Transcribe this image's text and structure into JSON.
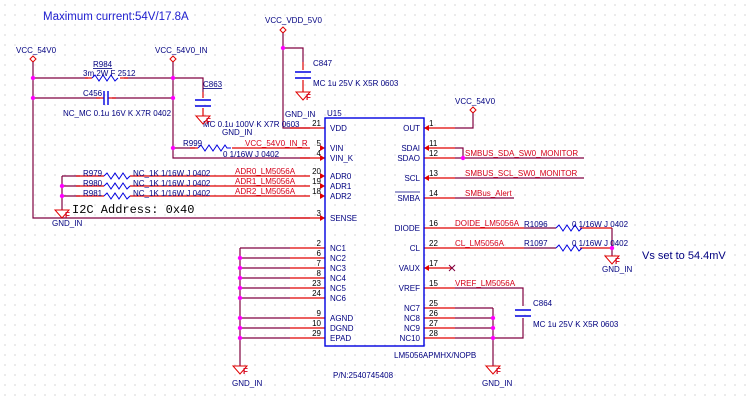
{
  "title": "Maximum current:54V/17.8A",
  "note_vs": "Vs set to 54.4mV",
  "i2c_note": "I2C Address: 0x40",
  "part_number": "P/N:2540745408",
  "colors": {
    "wire": "#800040",
    "pin": "#e00000",
    "body": "#0000e0",
    "junction": "#ff00ff",
    "netlabel": "#d4001a",
    "text": "#1a1a9e"
  },
  "power": {
    "vcc_54v0_left": "VCC_54V0",
    "vcc_54v0_in": "VCC_54V0_IN",
    "vcc_vdd_5v0": "VCC_VDD_5V0",
    "vcc_54v0_right": "VCC_54V0"
  },
  "ground_label": "GND_IN",
  "ground_flag": "F",
  "components": {
    "r984": {
      "ref": "R984",
      "value": "3m 2W F 2512"
    },
    "c456": {
      "ref": "C456",
      "value": "NC_MC 0.1u 16V K X7R 0402"
    },
    "c863": {
      "ref": "C863",
      "value": "MC 0.1u 100V K X7R 0603"
    },
    "c847": {
      "ref": "C847",
      "value": "MC 1u 25V K X5R 0603"
    },
    "r999": {
      "ref": "R999",
      "value": "0 1/16W J 0402"
    },
    "r979": {
      "ref": "R979",
      "value": "NC_1K 1/16W J 0402"
    },
    "r980": {
      "ref": "R980",
      "value": "NC_1K 1/16W J 0402"
    },
    "r981": {
      "ref": "R981",
      "value": "NC_1K 1/16W J 0402"
    },
    "r1096": {
      "ref": "R1096",
      "value": "0 1/16W J 0402"
    },
    "r1097": {
      "ref": "R1097",
      "value": "0 1/16W J 0402"
    },
    "c864": {
      "ref": "C864",
      "value": "MC 1u 25V K X5R 0603"
    }
  },
  "chip": {
    "ref": "U15",
    "part": "LM5056APMHX/NOPB",
    "left_pins": [
      {
        "num": "21",
        "name": "VDD"
      },
      {
        "num": "5",
        "name": "VIN"
      },
      {
        "num": "4",
        "name": "VIN_K"
      },
      {
        "num": "20",
        "name": "ADR0"
      },
      {
        "num": "19",
        "name": "ADR1"
      },
      {
        "num": "18",
        "name": "ADR2"
      },
      {
        "num": "3",
        "name": "SENSE"
      },
      {
        "num": "2",
        "name": "NC1"
      },
      {
        "num": "6",
        "name": "NC2"
      },
      {
        "num": "7",
        "name": "NC3"
      },
      {
        "num": "8",
        "name": "NC4"
      },
      {
        "num": "23",
        "name": "NC5"
      },
      {
        "num": "24",
        "name": "NC6"
      },
      {
        "num": "9",
        "name": "AGND"
      },
      {
        "num": "10",
        "name": "DGND"
      },
      {
        "num": "29",
        "name": "EPAD"
      }
    ],
    "right_pins": [
      {
        "num": "1",
        "name": "OUT"
      },
      {
        "num": "11",
        "name": "SDAI"
      },
      {
        "num": "12",
        "name": "SDAO"
      },
      {
        "num": "13",
        "name": "SCL"
      },
      {
        "num": "14",
        "name": "SMBA"
      },
      {
        "num": "16",
        "name": "DIODE"
      },
      {
        "num": "22",
        "name": "CL"
      },
      {
        "num": "17",
        "name": "VAUX"
      },
      {
        "num": "15",
        "name": "VREF"
      },
      {
        "num": "25",
        "name": "NC7"
      },
      {
        "num": "26",
        "name": "NC8"
      },
      {
        "num": "27",
        "name": "NC9"
      },
      {
        "num": "28",
        "name": "NC10"
      }
    ]
  },
  "nets": {
    "vin_r": "VCC_54V0_IN_R",
    "adr0": "ADR0_LM5056A",
    "adr1": "ADR1_LM5056A",
    "adr2": "ADR2_LM5056A",
    "sda": "SMBUS_SDA_SW0_MONITOR",
    "scl": "SMBUS_SCL_SW0_MONITOR",
    "alert": "SMBus_Alert",
    "diode": "DOIDE_LM5056A",
    "cl": "CL_LM5056A",
    "vref": "VREF_LM5056A"
  }
}
